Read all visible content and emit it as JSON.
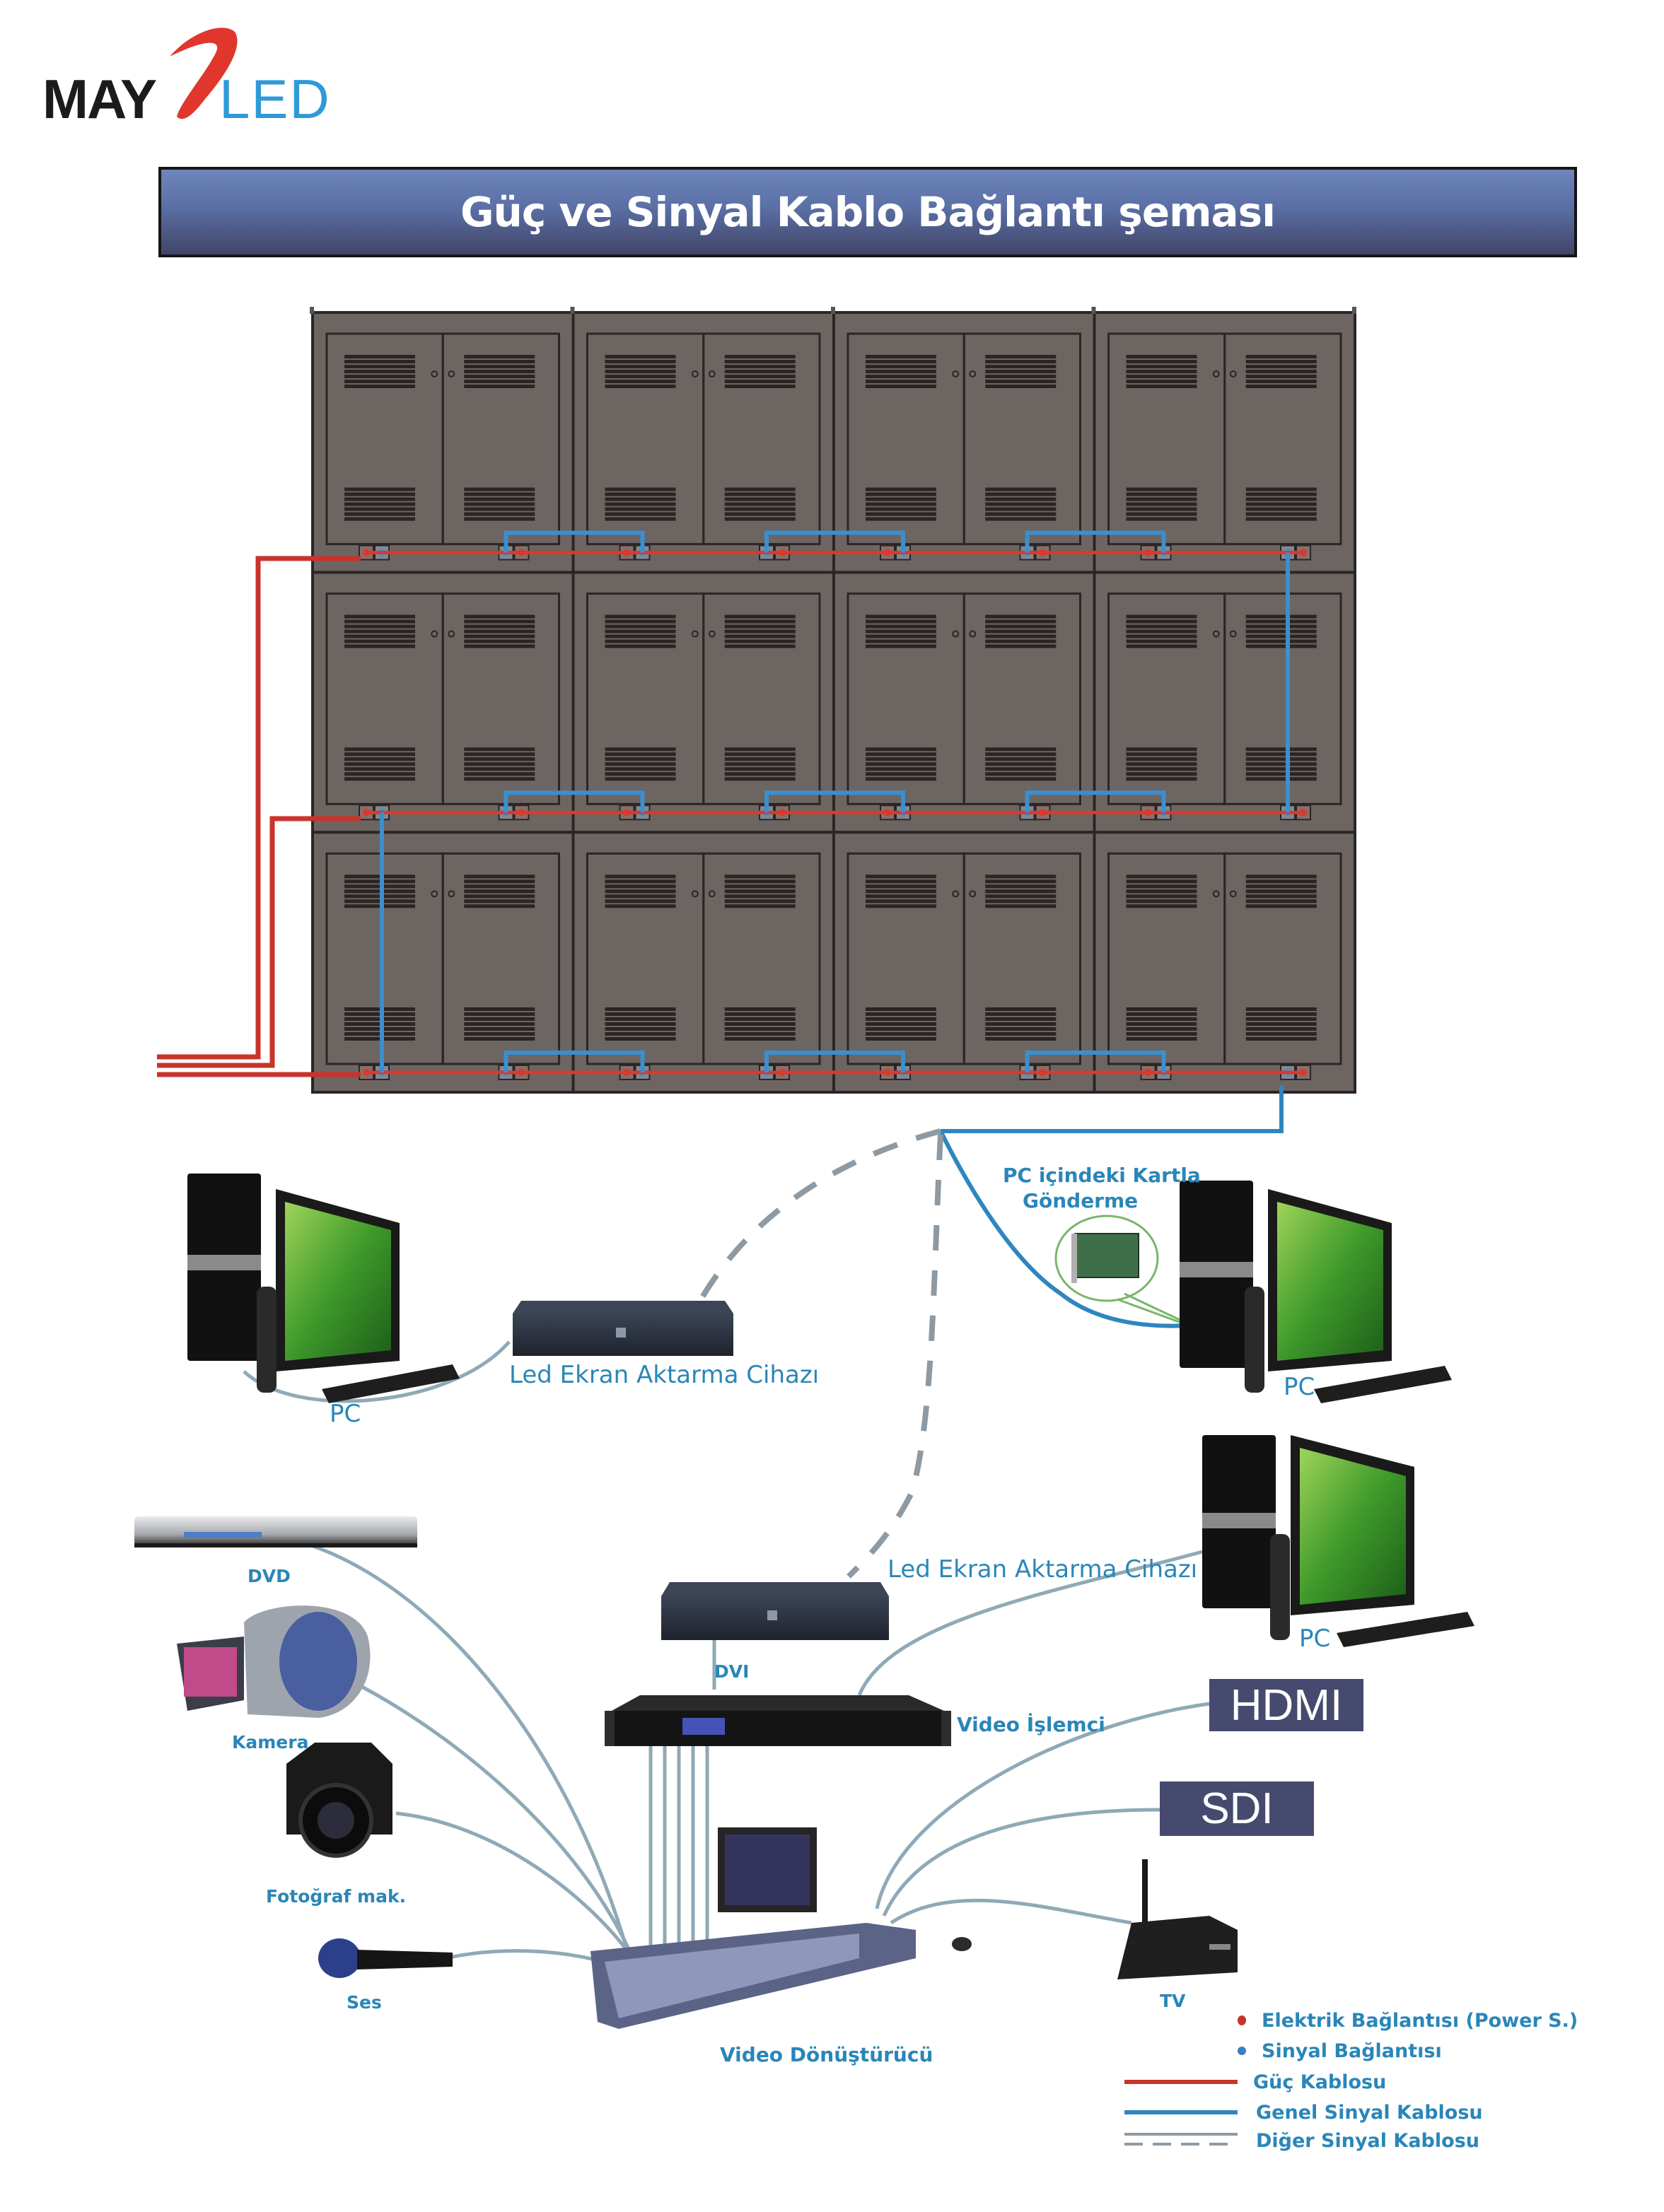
{
  "logo": {
    "left_text": "MAY",
    "right_text": "LED"
  },
  "title": "Güç ve Sinyal Kablo Bağlantı şeması",
  "led_wall": {
    "columns": 4,
    "rows": 3
  },
  "colors": {
    "power_cable": "#d83a2e",
    "signal_cable": "#3a8fd0",
    "other_cable": "#8e9aa3",
    "cabinet": "#6d6561",
    "label": "#2a86b8",
    "tag_bg": "#464a6e"
  },
  "devices": {
    "pc_left": {
      "label": "PC",
      "icon": "desktop-pc-icon"
    },
    "sender_box_top": {
      "label": "Led Ekran Aktarma Cihazı",
      "icon": "sender-box-icon"
    },
    "card_pc": {
      "label_line1": "PC içindeki Kartla",
      "label_line2": "Gönderme",
      "icon": "sending-card-icon"
    },
    "pc_right_top": {
      "label": "PC",
      "icon": "desktop-pc-icon"
    },
    "pc_right_mid": {
      "label": "PC",
      "icon": "desktop-pc-icon"
    },
    "sender_box_mid": {
      "label": "Led Ekran Aktarma Cihazı",
      "icon": "sender-box-icon"
    },
    "dvi": {
      "label": "DVI"
    },
    "video_processor": {
      "label": "Video İşlemci",
      "icon": "video-processor-icon"
    },
    "dvd": {
      "label": "DVD",
      "icon": "dvd-player-icon"
    },
    "camcorder": {
      "label": "Kamera",
      "icon": "camcorder-icon"
    },
    "photo_camera": {
      "label": "Fotoğraf mak.",
      "icon": "photo-camera-icon"
    },
    "microphone": {
      "label": "Ses",
      "icon": "microphone-icon"
    },
    "video_switcher": {
      "label": "Video Dönüştürücü",
      "icon": "video-switcher-icon"
    },
    "tv": {
      "label": "TV",
      "icon": "router-tv-icon"
    },
    "hdmi": {
      "label": "HDMI"
    },
    "sdi": {
      "label": "SDI"
    }
  },
  "legend": [
    {
      "type": "dot",
      "color": "#c8342b",
      "label": "Elektrik Bağlantısı (Power S.)"
    },
    {
      "type": "dot",
      "color": "#3a7fc0",
      "label": "Sinyal Bağlantısı"
    },
    {
      "type": "line",
      "color": "#c8342b",
      "label": "Güç Kablosu"
    },
    {
      "type": "line",
      "color": "#2f86bf",
      "label": "Genel Sinyal Kablosu"
    },
    {
      "type": "dashed",
      "color": "#8e9aa3",
      "label": "Diğer Sinyal Kablosu"
    }
  ]
}
